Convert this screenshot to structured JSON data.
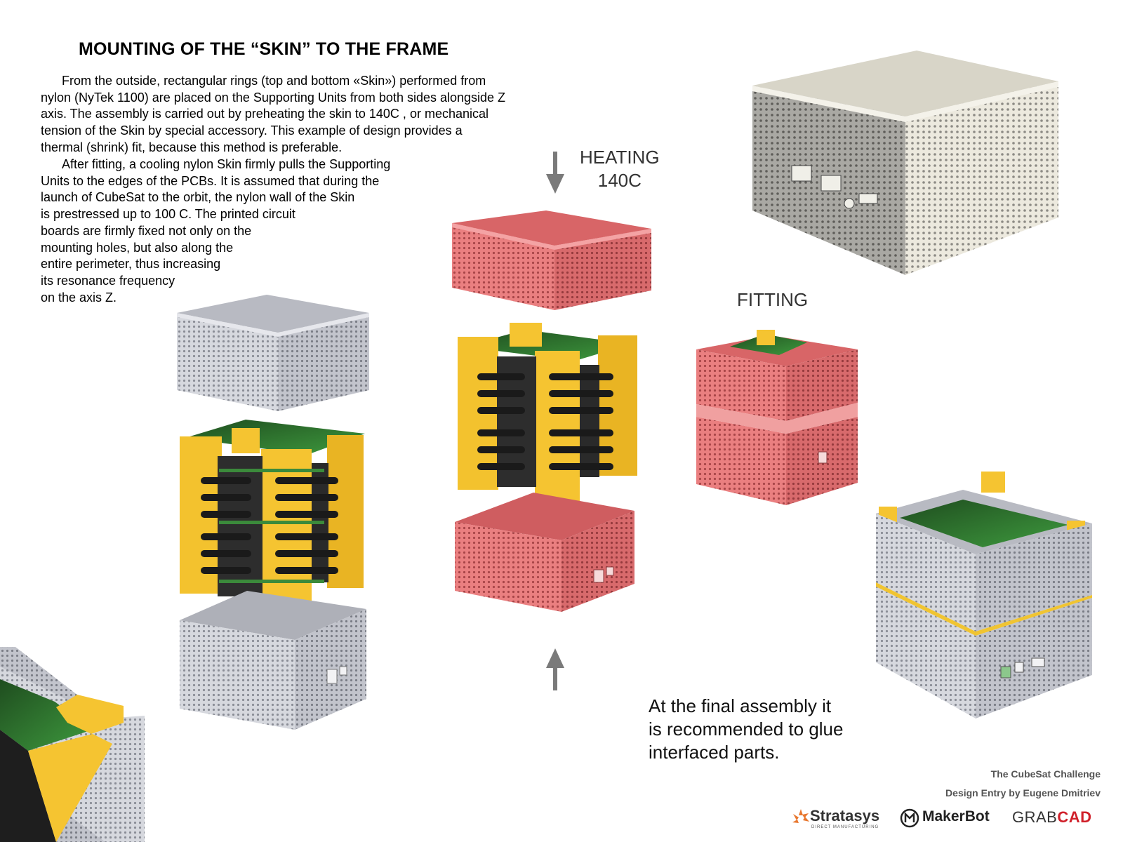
{
  "title": "MOUNTING OF THE “SKIN” TO THE FRAME",
  "paragraph1": [
    "      From the outside, rectangular rings (top and bottom «Skin») performed from",
    "nylon (NyTek 1100) are placed on the Supporting Units from both sides alongside Z",
    "axis. The assembly is carried out by preheating the skin to 140C , or mechanical",
    "tension of the Skin by special accessory. This example of design provides a",
    "thermal (shrink) fit, because this method is preferable."
  ],
  "paragraph2": [
    "      After fitting, a cooling nylon Skin firmly pulls the Supporting",
    "Units to the edges of the PCBs. It is assumed that during the",
    "launch of CubeSat to the orbit, the nylon wall of the Skin",
    "is prestressed up to 100 C. The printed circuit",
    "boards are firmly fixed not only on the",
    "mounting holes, but also along the",
    "entire perimeter, thus increasing",
    "its resonance frequency",
    "on the axis Z."
  ],
  "heating_label": [
    "HEATING",
    "140C"
  ],
  "fitting_label": "FITTING",
  "final_note": [
    "At the final assembly it",
    "is recommended to glue",
    "interfaced parts."
  ],
  "credits": {
    "challenge": "The CubeSat Challenge",
    "entry": "Design Entry by Eugene Dmitriev"
  },
  "logos": {
    "stratasys": "Stratasys",
    "stratasys_sub": "DIRECT MANUFACTURING",
    "makerbot": "MakerBot",
    "grab": "GRAB",
    "cad": "CAD"
  },
  "colors": {
    "yellow_frame": "#f5c431",
    "pink_skin": "#e8787a",
    "grey_skin": "#d4d6dc",
    "white_skin": "#ebe8dc",
    "pcb_green": "#2e7a2e",
    "arrow_grey": "#7a7a7a",
    "grabcad_red": "#d0202a"
  }
}
